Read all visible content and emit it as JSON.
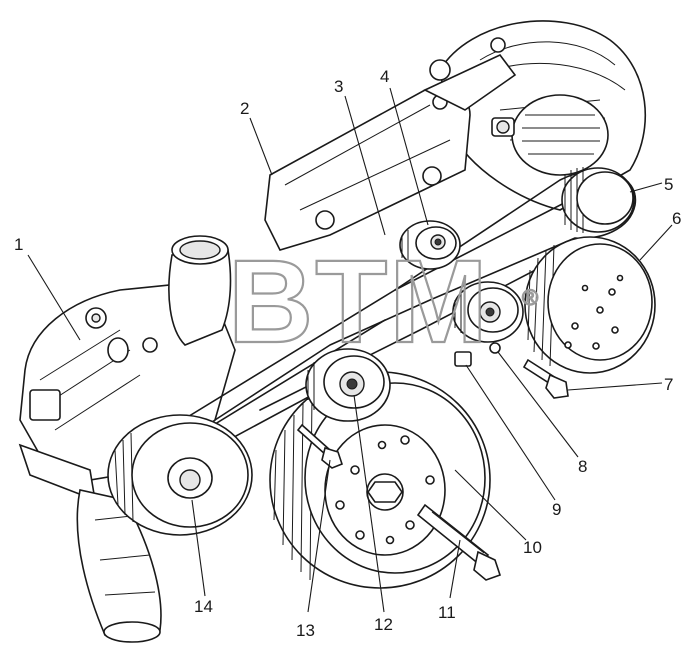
{
  "watermark": {
    "text": "BTM",
    "registered": "®"
  },
  "callouts": [
    {
      "id": "1",
      "label": "1"
    },
    {
      "id": "2",
      "label": "2"
    },
    {
      "id": "3",
      "label": "3"
    },
    {
      "id": "4",
      "label": "4"
    },
    {
      "id": "5",
      "label": "5"
    },
    {
      "id": "6",
      "label": "6"
    },
    {
      "id": "7",
      "label": "7"
    },
    {
      "id": "8",
      "label": "8"
    },
    {
      "id": "9",
      "label": "9"
    },
    {
      "id": "10",
      "label": "10"
    },
    {
      "id": "11",
      "label": "11"
    },
    {
      "id": "12",
      "label": "12"
    },
    {
      "id": "13",
      "label": "13"
    },
    {
      "id": "14",
      "label": "14"
    }
  ]
}
